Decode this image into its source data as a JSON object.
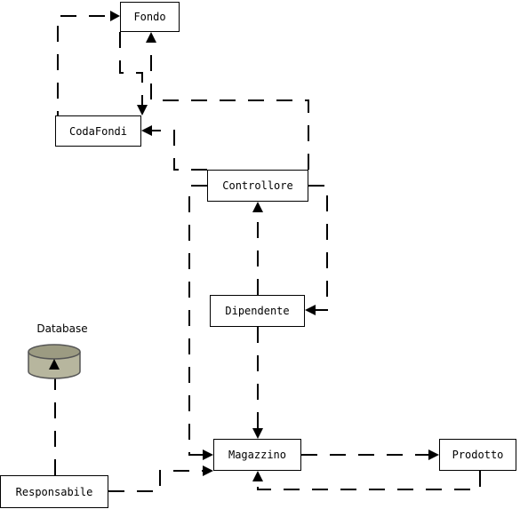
{
  "diagram": {
    "nodes": {
      "fondo": "Fondo",
      "codafondi": "CodaFondi",
      "controllore": "Controllore",
      "dipendente": "Dipendente",
      "magazzino": "Magazzino",
      "prodotto": "Prodotto",
      "responsabile": "Responsabile"
    },
    "database_label": "Database",
    "edge_style": "dashed-arrow",
    "colors": {
      "line": "#000000",
      "node_border": "#000000",
      "database_fill": "#b7b69e",
      "database_top": "#9c9b82"
    }
  }
}
